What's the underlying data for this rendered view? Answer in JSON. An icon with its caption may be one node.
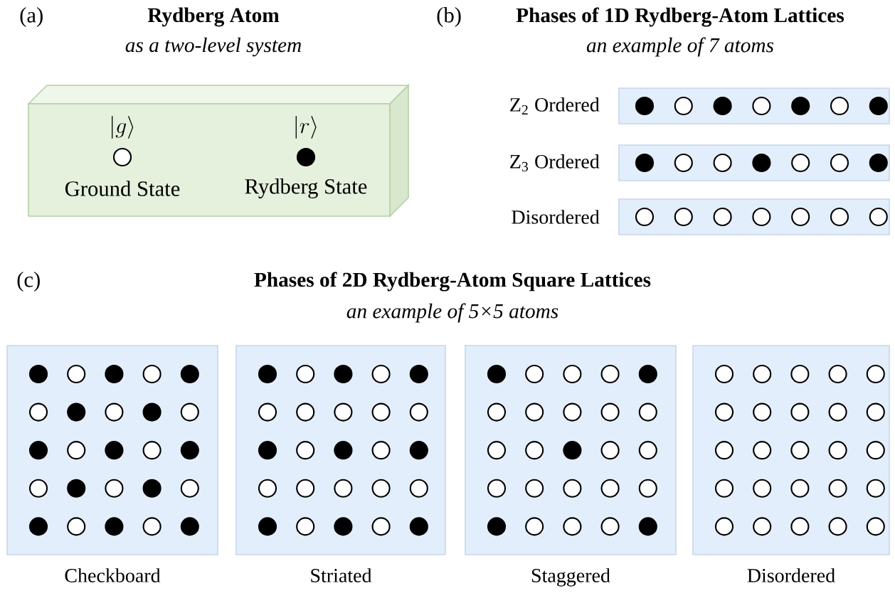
{
  "diagram": {
    "nodes": [
      {
        "text": [],
        "shape": "box"
      },
      {
        "text": [],
        "shape": "circle",
        "in": 0,
        "beside": [
          "|g\\rangle",
          "Ground State"
        ]
      },
      {
        "text": [],
        "shape": "dot",
        "in": 0,
        "beside": [
          "|r\\rangle",
          "Rydberg State"
        ]
      },
      {
        "text": [],
        "shape": "bar",
        "beside": [
          "Z$_{2}$ Ordered"
        ]
      },
      {
        "text": [],
        "shape": "dot",
        "in": 3
      },
      {
        "text": [],
        "shape": "circle",
        "in": 3
      },
      {
        "text": [],
        "shape": "dot",
        "in": 3
      },
      {
        "text": [],
        "shape": "circle",
        "in": 3
      },
      {
        "text": [],
        "shape": "dot",
        "in": 3
      },
      {
        "text": [],
        "shape": "circle",
        "in": 3
      },
      {
        "text": [],
        "shape": "dot",
        "in": 3
      },
      {
        "text": [],
        "shape": "bar",
        "beside": [
          "Z$_{3}$ Ordered"
        ]
      },
      {
        "text": [],
        "shape": "dot",
        "in": 11
      },
      {
        "text": [],
        "shape": "circle",
        "in": 11
      },
      {
        "text": [],
        "shape": "circle",
        "in": 11
      },
      {
        "text": [],
        "shape": "dot",
        "in": 11
      },
      {
        "text": [],
        "shape": "circle",
        "in": 11
      },
      {
        "text": [],
        "shape": "circle",
        "in": 11
      },
      {
        "text": [],
        "shape": "dot",
        "in": 11
      },
      {
        "text": [],
        "shape": "bar",
        "beside": [
          "Disordered"
        ]
      },
      {
        "text": [],
        "shape": "circle",
        "in": 19
      },
      {
        "text": [],
        "shape": "circle",
        "in": 19
      },
      {
        "text": [],
        "shape": "circle",
        "in": 19
      },
      {
        "text": [],
        "shape": "circle",
        "in": 19
      },
      {
        "text": [],
        "shape": "circle",
        "in": 19
      },
      {
        "text": [],
        "shape": "circle",
        "in": 19
      },
      {
        "text": [],
        "shape": "circle",
        "in": 19
      },
      {
        "text": [],
        "shape": "box",
        "beside": [
          "Checkboard"
        ]
      },
      {
        "text": [],
        "shape": "dot",
        "in": 27
      },
      {
        "text": [],
        "shape": "circle",
        "in": 27
      },
      {
        "text": [],
        "shape": "dot",
        "in": 27
      },
      {
        "text": [],
        "shape": "circle",
        "in": 27
      },
      {
        "text": [],
        "shape": "dot",
        "in": 27
      },
      {
        "text": [],
        "shape": "circle",
        "in": 27
      },
      {
        "text": [],
        "shape": "dot",
        "in": 27
      },
      {
        "text": [],
        "shape": "circle",
        "in": 27
      },
      {
        "text": [],
        "shape": "dot",
        "in": 27
      },
      {
        "text": [],
        "shape": "circle",
        "in": 27
      },
      {
        "text": [],
        "shape": "dot",
        "in": 27
      },
      {
        "text": [],
        "shape": "circle",
        "in": 27
      },
      {
        "text": [],
        "shape": "dot",
        "in": 27
      },
      {
        "text": [],
        "shape": "circle",
        "in": 27
      },
      {
        "text": [],
        "shape": "dot",
        "in": 27
      },
      {
        "text": [],
        "shape": "circle",
        "in": 27
      },
      {
        "text": [],
        "shape": "dot",
        "in": 27
      },
      {
        "text": [],
        "shape": "circle",
        "in": 27
      },
      {
        "text": [],
        "shape": "dot",
        "in": 27
      },
      {
        "text": [],
        "shape": "circle",
        "in": 27
      },
      {
        "text": [],
        "shape": "dot",
        "in": 27
      },
      {
        "text": [],
        "shape": "circle",
        "in": 27
      },
      {
        "text": [],
        "shape": "dot",
        "in": 27
      },
      {
        "text": [],
        "shape": "circle",
        "in": 27
      },
      {
        "text": [],
        "shape": "dot",
        "in": 27
      },
      {
        "text": [],
        "shape": "box",
        "beside": [
          "Striated"
        ]
      },
      {
        "text": [],
        "shape": "dot",
        "in": 53
      },
      {
        "text": [],
        "shape": "circle",
        "in": 53
      },
      {
        "text": [],
        "shape": "dot",
        "in": 53
      },
      {
        "text": [],
        "shape": "circle",
        "in": 53
      },
      {
        "text": [],
        "shape": "dot",
        "in": 53
      },
      {
        "text": [],
        "shape": "circle",
        "in": 53
      },
      {
        "text": [],
        "shape": "circle",
        "in": 53
      },
      {
        "text": [],
        "shape": "circle",
        "in": 53
      },
      {
        "text": [],
        "shape": "circle",
        "in": 53
      },
      {
        "text": [],
        "shape": "circle",
        "in": 53
      },
      {
        "text": [],
        "shape": "dot",
        "in": 53
      },
      {
        "text": [],
        "shape": "circle",
        "in": 53
      },
      {
        "text": [],
        "shape": "dot",
        "in": 53
      },
      {
        "text": [],
        "shape": "circle",
        "in": 53
      },
      {
        "text": [],
        "shape": "dot",
        "in": 53
      },
      {
        "text": [],
        "shape": "circle",
        "in": 53
      },
      {
        "text": [],
        "shape": "circle",
        "in": 53
      },
      {
        "text": [],
        "shape": "circle",
        "in": 53
      },
      {
        "text": [],
        "shape": "circle",
        "in": 53
      },
      {
        "text": [],
        "shape": "circle",
        "in": 53
      },
      {
        "text": [],
        "shape": "dot",
        "in": 53
      },
      {
        "text": [],
        "shape": "circle",
        "in": 53
      },
      {
        "text": [],
        "shape": "dot",
        "in": 53
      },
      {
        "text": [],
        "shape": "circle",
        "in": 53
      },
      {
        "text": [],
        "shape": "dot",
        "in": 53
      },
      {
        "text": [],
        "shape": "box",
        "beside": [
          "Staggered"
        ]
      },
      {
        "text": [],
        "shape": "dot",
        "in": 79
      },
      {
        "text": [],
        "shape": "circle",
        "in": 79
      },
      {
        "text": [],
        "shape": "circle",
        "in": 79
      },
      {
        "text": [],
        "shape": "circle",
        "in": 79
      },
      {
        "text": [],
        "shape": "dot",
        "in": 79
      },
      {
        "text": [],
        "shape": "circle",
        "in": 79
      },
      {
        "text": [],
        "shape": "circle",
        "in": 79
      },
      {
        "text": [],
        "shape": "circle",
        "in": 79
      },
      {
        "text": [],
        "shape": "circle",
        "in": 79
      },
      {
        "text": [],
        "shape": "circle",
        "in": 79
      },
      {
        "text": [],
        "shape": "circle",
        "in": 79
      },
      {
        "text": [],
        "shape": "circle",
        "in": 79
      },
      {
        "text": [],
        "shape": "dot",
        "in": 79
      },
      {
        "text": [],
        "shape": "circle",
        "in": 79
      },
      {
        "text": [],
        "shape": "circle",
        "in": 79
      },
      {
        "text": [],
        "shape": "circle",
        "in": 79
      },
      {
        "text": [],
        "shape": "circle",
        "in": 79
      },
      {
        "text": [],
        "shape": "circle",
        "in": 79
      },
      {
        "text": [],
        "shape": "circle",
        "in": 79
      },
      {
        "text": [],
        "shape": "circle",
        "in": 79
      },
      {
        "text": [],
        "shape": "dot",
        "in": 79
      },
      {
        "text": [],
        "shape": "circle",
        "in": 79
      },
      {
        "text": [],
        "shape": "circle",
        "in": 79
      },
      {
        "text": [],
        "shape": "circle",
        "in": 79
      },
      {
        "text": [],
        "shape": "dot",
        "in": 79
      },
      {
        "text": [],
        "shape": "box",
        "beside": [
          "Disordered"
        ]
      },
      {
        "text": [],
        "shape": "circle",
        "in": 105
      },
      {
        "text": [],
        "shape": "circle",
        "in": 105
      },
      {
        "text": [],
        "shape": "circle",
        "in": 105
      },
      {
        "text": [],
        "shape": "circle",
        "in": 105
      },
      {
        "text": [],
        "shape": "circle",
        "in": 105
      },
      {
        "text": [],
        "shape": "circle",
        "in": 105
      },
      {
        "text": [],
        "shape": "circle",
        "in": 105
      },
      {
        "text": [],
        "shape": "circle",
        "in": 105
      },
      {
        "text": [],
        "shape": "circle",
        "in": 105
      },
      {
        "text": [],
        "shape": "circle",
        "in": 105
      },
      {
        "text": [],
        "shape": "circle",
        "in": 105
      },
      {
        "text": [],
        "shape": "circle",
        "in": 105
      },
      {
        "text": [],
        "shape": "circle",
        "in": 105
      },
      {
        "text": [],
        "shape": "circle",
        "in": 105
      },
      {
        "text": [],
        "shape": "circle",
        "in": 105
      },
      {
        "text": [],
        "shape": "circle",
        "in": 105
      },
      {
        "text": [],
        "shape": "circle",
        "in": 105
      },
      {
        "text": [],
        "shape": "circle",
        "in": 105
      },
      {
        "text": [],
        "shape": "circle",
        "in": 105
      },
      {
        "text": [],
        "shape": "circle",
        "in": 105
      },
      {
        "text": [],
        "shape": "circle",
        "in": 105
      },
      {
        "text": [],
        "shape": "circle",
        "in": 105
      },
      {
        "text": [],
        "shape": "circle",
        "in": 105
      },
      {
        "text": [],
        "shape": "circle",
        "in": 105
      },
      {
        "text": [],
        "shape": "circle",
        "in": 105
      }
    ],
    "labels": [
      "(a)",
      "Rydberg Atom",
      "(b)",
      "Phases of 1D Rydberg-Atom Lattices",
      "as a two-level system",
      "an example of 7 atoms",
      "(c)",
      "Phases of 2D Rydberg-Atom Square Lattices",
      "an example of 5×5 atoms"
    ]
  }
}
